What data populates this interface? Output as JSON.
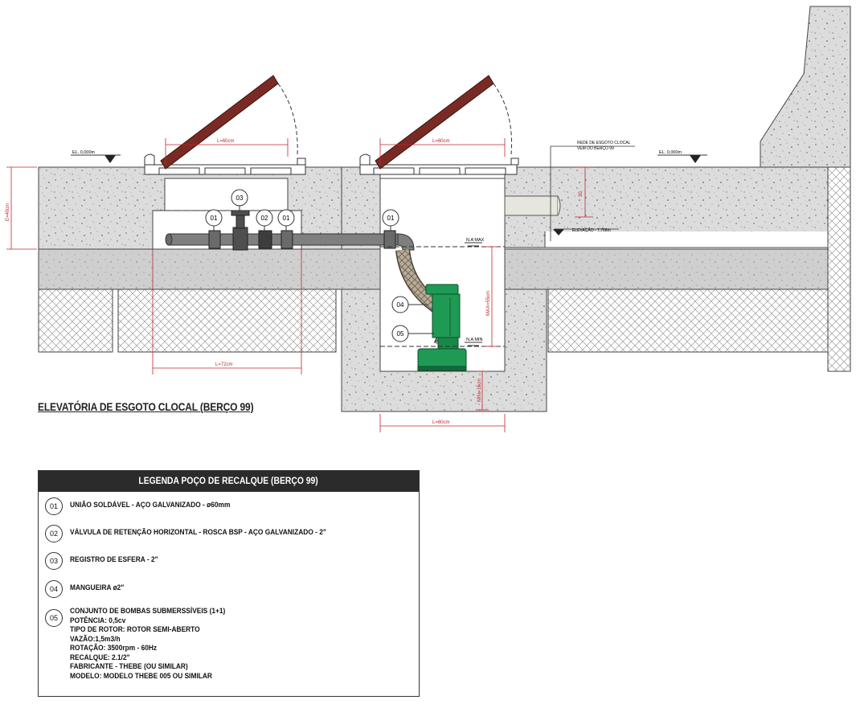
{
  "drawing": {
    "title": "ELEVATÓRIA DE ESGOTO CLOCAL (BERÇO 99)",
    "elevations": {
      "left": "EL. 0,000m",
      "right": "EL. 0,000m",
      "pipe_level": "ELEVAÇÃO - 7,768m"
    },
    "annotations": {
      "sewer_network_line1": "REDE DE ESGOTO CLOCAL",
      "sewer_network_line2": "VEM DO BERÇO 99",
      "na_max": "N.A MAX",
      "na_min": "N.A MIN"
    },
    "dimensions": {
      "lid_left": "L=60cm",
      "lid_right": "L=60cm",
      "depth_left": "E=40cm",
      "box_left": "L=72cm",
      "well_bottom": "L=60cm",
      "max_level": "MAX=55cm",
      "min_level": "MIN=15cm",
      "inlet_drop": "30"
    },
    "callouts": {
      "c03": "03",
      "c01a": "01",
      "c02": "02",
      "c01b": "01",
      "c01c": "01",
      "c04": "04",
      "c05": "05"
    },
    "colors": {
      "lid": "#7a2a24",
      "pump": "#1f9a55",
      "pipe": "#7f7f7f",
      "concrete": "#d8d8d8"
    }
  },
  "legend": {
    "title": "LEGENDA POÇO DE RECALQUE (BERÇO 99)",
    "items": [
      {
        "num": "01",
        "lines": [
          "UNIÃO SOLDÁVEL - AÇO GALVANIZADO - ø60mm"
        ]
      },
      {
        "num": "02",
        "lines": [
          "VÁLVULA DE RETENÇÃO HORIZONTAL - ROSCA BSP - AÇO GALVANIZADO - 2\""
        ]
      },
      {
        "num": "03",
        "lines": [
          "REGISTRO DE ESFERA - 2\""
        ]
      },
      {
        "num": "04",
        "lines": [
          "MANGUEIRA ø2\""
        ]
      },
      {
        "num": "05",
        "lines": [
          "CONJUNTO DE BOMBAS SUBMERSSÍVEIS (1+1)",
          "POTÊNCIA: 0,5cv",
          "TIPO DE ROTOR: ROTOR SEMI-ABERTO",
          "VAZÃO:1,5m3/h",
          "ROTAÇÃO: 3500rpm - 60Hz",
          "RECALQUE: 2.1/2\"",
          "FABRICANTE - THEBE (OU SIMILAR)",
          "MODELO: MODELO THEBE 005 OU SIMILAR"
        ]
      }
    ]
  }
}
